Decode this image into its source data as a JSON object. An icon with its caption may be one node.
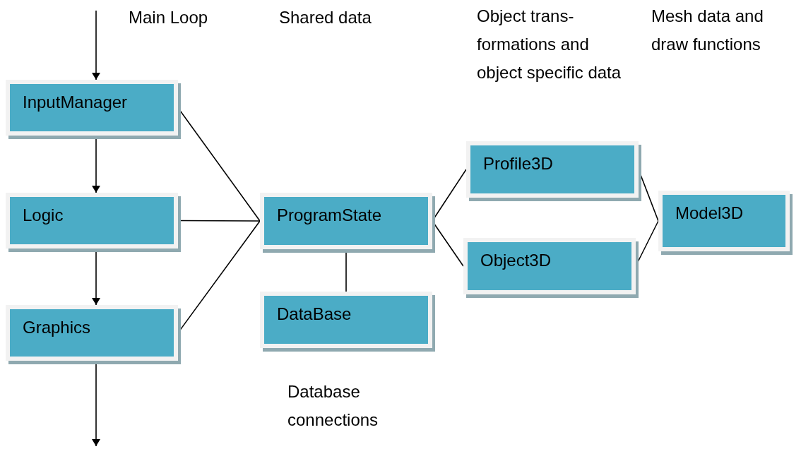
{
  "diagram": {
    "nodes": [
      {
        "text": [
          "InputManager"
        ]
      },
      {
        "text": [
          "Logic"
        ]
      },
      {
        "text": [
          "Graphics"
        ]
      },
      {
        "text": [
          "ProgramState"
        ]
      },
      {
        "text": [
          "DataBase"
        ]
      },
      {
        "text": [
          "Profile3D"
        ]
      },
      {
        "text": [
          "Object3D"
        ]
      },
      {
        "text": [
          "Model3D"
        ]
      }
    ],
    "edges": [
      {
        "from": null,
        "to": 0,
        "arrow": "to"
      },
      {
        "from": 0,
        "to": 1,
        "arrow": "to"
      },
      {
        "from": 1,
        "to": 2,
        "arrow": "to"
      },
      {
        "from": 2,
        "to": null,
        "arrow": "to"
      },
      {
        "from": 0,
        "to": 3,
        "arrow": "none"
      },
      {
        "from": 1,
        "to": 3,
        "arrow": "none"
      },
      {
        "from": 2,
        "to": 3,
        "arrow": "none"
      },
      {
        "from": 3,
        "to": 4,
        "arrow": "none"
      },
      {
        "from": 3,
        "to": 5,
        "arrow": "none"
      },
      {
        "from": 3,
        "to": 6,
        "arrow": "none"
      },
      {
        "from": 5,
        "to": 7,
        "arrow": "none"
      },
      {
        "from": 6,
        "to": 7,
        "arrow": "none"
      }
    ],
    "labels": [
      "Main Loop",
      "Shared data",
      "Object trans- formations and object specific data",
      "Mesh data and draw functions",
      "Database connections"
    ]
  }
}
